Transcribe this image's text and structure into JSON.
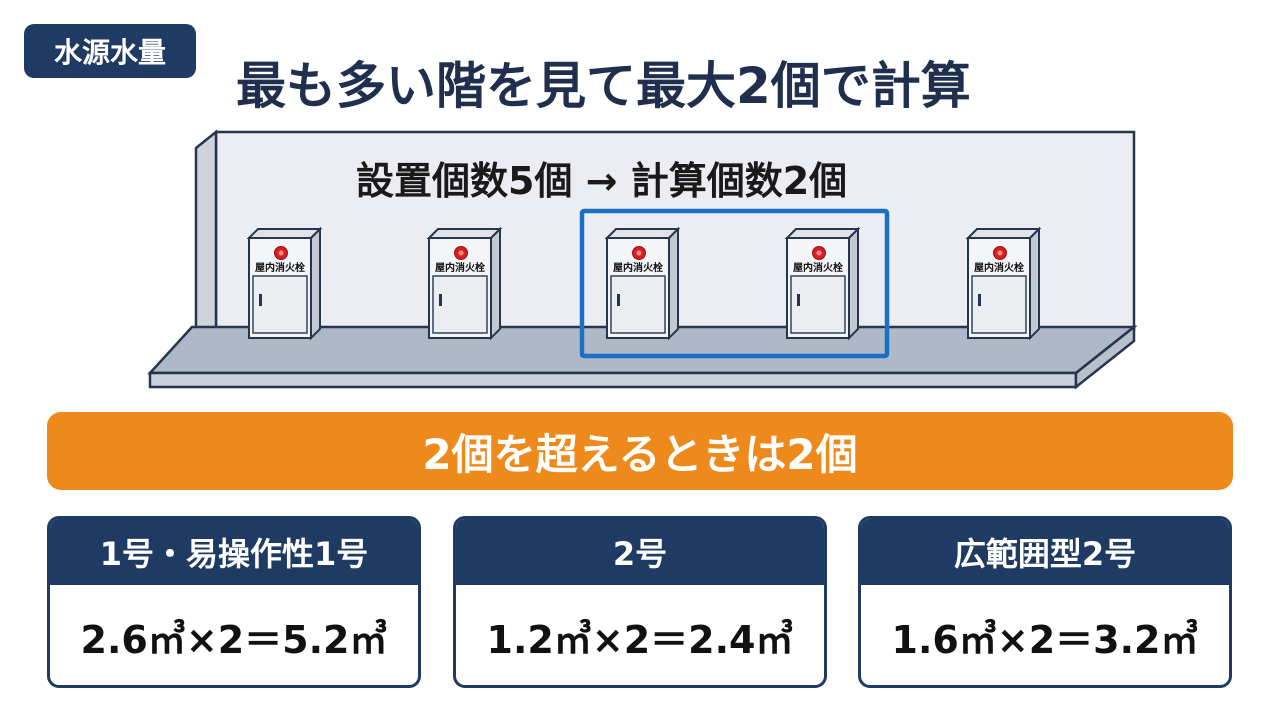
{
  "tag_label": "水源水量",
  "title": "最も多い階を見て最大2個で計算",
  "scene": {
    "caption": "設置個数5個 → 計算個数2個",
    "cabinet_label": "屋内消火栓",
    "cabinet_count": 5,
    "highlighted_count": 2
  },
  "banner": "2個を超えるときは2個",
  "cards": [
    {
      "header": "1号・易操作性1号",
      "formula": "2.6㎥×2＝5.2㎥"
    },
    {
      "header": "2号",
      "formula": "1.2㎥×2＝2.4㎥"
    },
    {
      "header": "広範囲型2号",
      "formula": "1.6㎥×2＝3.2㎥"
    }
  ],
  "colors": {
    "navy": "#1f3b63",
    "orange": "#ee8a1c",
    "highlight": "#1d6fc4",
    "alarm_red": "#d42020"
  }
}
